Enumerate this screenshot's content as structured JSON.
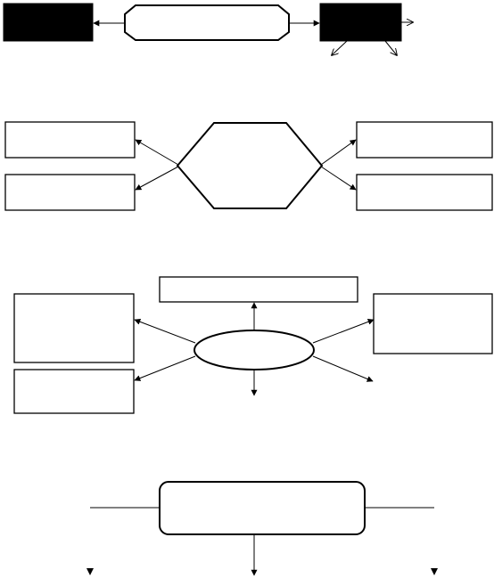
{
  "colors": {
    "stroke": "#000000",
    "background": "#ffffff",
    "fill_dark": "#000000"
  },
  "diagrams": [
    {
      "id": "octagon-row",
      "shapes": [
        "black-rectangle",
        "octagon",
        "black-rectangle"
      ]
    },
    {
      "id": "hexagon-hub",
      "shapes": [
        "hexagon",
        "rectangle",
        "rectangle",
        "rectangle",
        "rectangle"
      ]
    },
    {
      "id": "ellipse-hub",
      "shapes": [
        "ellipse",
        "rectangle",
        "rectangle",
        "rectangle",
        "rectangle"
      ]
    },
    {
      "id": "rounded-box-tree",
      "shapes": [
        "rounded-rectangle"
      ]
    }
  ],
  "labels": {
    "box_text": ""
  }
}
